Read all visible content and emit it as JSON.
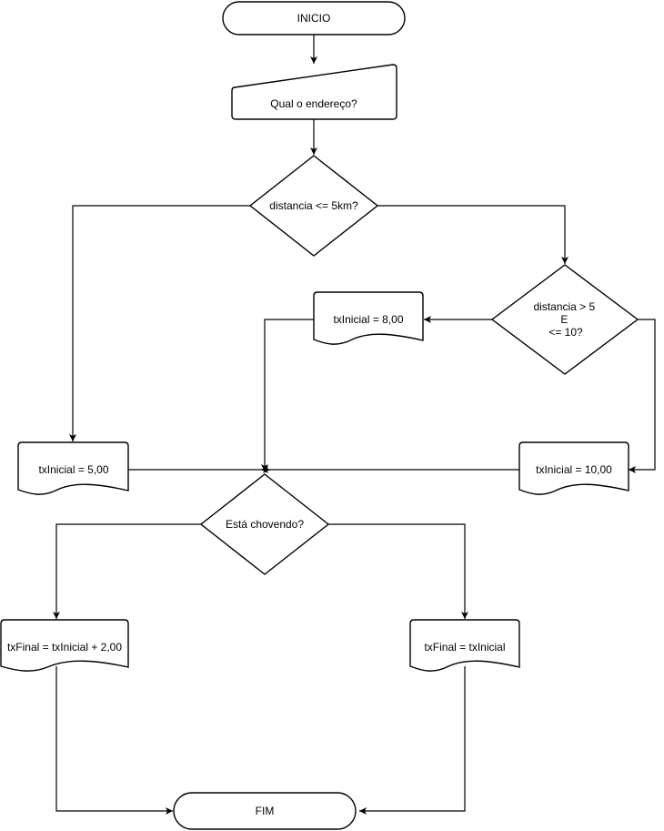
{
  "nodes": {
    "start": {
      "label": "INICIO"
    },
    "input_address": {
      "label": "Qual o endereço?"
    },
    "decision_distance_5": {
      "label": "distancia <= 5km?"
    },
    "decision_distance_5_10": {
      "lines": [
        "distancia > 5",
        "E",
        "<= 10?"
      ]
    },
    "doc_tx_8": {
      "label": "txInicial  = 8,00"
    },
    "doc_tx_5": {
      "label": "txInicial  = 5,00"
    },
    "doc_tx_10": {
      "label": "txInicial  = 10,00"
    },
    "decision_rain": {
      "label": "Está chovendo?"
    },
    "doc_txfinal_plus2": {
      "label": "txFinal = txInicial + 2,00"
    },
    "doc_txfinal_same": {
      "label": "txFinal  = txInicial"
    },
    "end": {
      "label": "FIM"
    }
  }
}
